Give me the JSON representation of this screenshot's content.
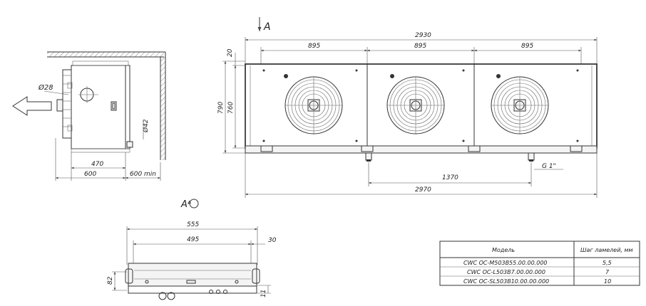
{
  "side_view": {
    "pipe_label": "Ø28",
    "drain_label": "Ø42",
    "dim_depth": "470",
    "dim_width": "600",
    "dim_clearance": "600 min"
  },
  "front_view": {
    "view_marker": "A",
    "dim_total_top": "2930",
    "dim_fan_pitch_1": "895",
    "dim_fan_pitch_2": "895",
    "dim_fan_pitch_3": "895",
    "dim_top_offset": "20",
    "dim_height_outer": "790",
    "dim_height_inner": "760",
    "dim_drain_spacing": "1370",
    "dim_total_bottom": "2970",
    "drain_thread": "G 1\""
  },
  "bottom_view": {
    "view_marker": "A",
    "dim_overall": "555",
    "dim_mount": "495",
    "dim_offset": "30",
    "dim_height": "82",
    "dim_foot": "11"
  },
  "spec_table": {
    "headers": [
      "Модель",
      "Шаг ламелей, мм"
    ],
    "rows": [
      {
        "model": "CWC OC-M503B55.00.00.000",
        "pitch": "5,5"
      },
      {
        "model": "CWC OC-L503B7.00.00.000",
        "pitch": "7"
      },
      {
        "model": "CWC OC-SL503B10.00.00.000",
        "pitch": "10"
      }
    ]
  }
}
